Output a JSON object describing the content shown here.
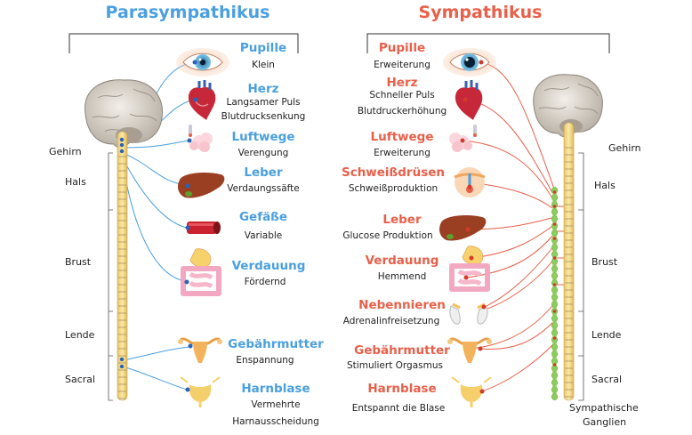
{
  "titles": {
    "parasympathetic": "Parasympathikus",
    "sympathetic": "Sympathikus"
  },
  "colors": {
    "parasympathetic": "#4a9fe0",
    "sympathetic": "#e8604a",
    "spine": "#f6dd95",
    "ganglia": "#8ccf5a"
  },
  "para_regions": [
    "Gehirn",
    "Hals",
    "Brust",
    "Lende",
    "Sacral"
  ],
  "sym_regions": [
    "Gehirn",
    "Hals",
    "Brust",
    "Lende",
    "Sacral"
  ],
  "ganglia_label": [
    "Sympathische",
    "Ganglien"
  ],
  "para_organs": [
    {
      "name": "Pupille",
      "desc": [
        "Klein"
      ],
      "icon": "eye-icon"
    },
    {
      "name": "Herz",
      "desc": [
        "Langsamer Puls",
        "Blutdrucksenkung"
      ],
      "icon": "heart-icon"
    },
    {
      "name": "Luftwege",
      "desc": [
        "Verengung"
      ],
      "icon": "lungs-icon"
    },
    {
      "name": "Leber",
      "desc": [
        "Verdaungssäfte"
      ],
      "icon": "liver-icon"
    },
    {
      "name": "Gefäße",
      "desc": [
        "Variable"
      ],
      "icon": "vessel-icon"
    },
    {
      "name": "Verdauung",
      "desc": [
        "Fördernd"
      ],
      "icon": "intestine-icon"
    },
    {
      "name": "Gebährmutter",
      "desc": [
        "Enspannung"
      ],
      "icon": "uterus-icon"
    },
    {
      "name": "Harnblase",
      "desc": [
        "Vermehrte",
        "Harnausscheidung"
      ],
      "icon": "bladder-icon"
    }
  ],
  "sym_organs": [
    {
      "name": "Pupille",
      "desc": [
        "Erweiterung"
      ],
      "icon": "eye-icon"
    },
    {
      "name": "Herz",
      "desc": [
        "Schneller Puls",
        "Blutdruckerhöhung"
      ],
      "icon": "heart-icon"
    },
    {
      "name": "Luftwege",
      "desc": [
        "Erweiterung"
      ],
      "icon": "lungs-icon"
    },
    {
      "name": "Schweißdrüsen",
      "desc": [
        "Schweißproduktion"
      ],
      "icon": "sweat-gland-icon"
    },
    {
      "name": "Leber",
      "desc": [
        "Glucose Produktion"
      ],
      "icon": "liver-icon"
    },
    {
      "name": "Verdauung",
      "desc": [
        "Hemmend"
      ],
      "icon": "intestine-icon"
    },
    {
      "name": "Nebennieren",
      "desc": [
        "Adrenalinfreisetzung"
      ],
      "icon": "adrenal-icon"
    },
    {
      "name": "Gebährmutter",
      "desc": [
        "Stimuliert Orgasmus"
      ],
      "icon": "uterus-icon"
    },
    {
      "name": "Harnblase",
      "desc": [
        "Entspannt die Blase"
      ],
      "icon": "bladder-icon"
    }
  ]
}
